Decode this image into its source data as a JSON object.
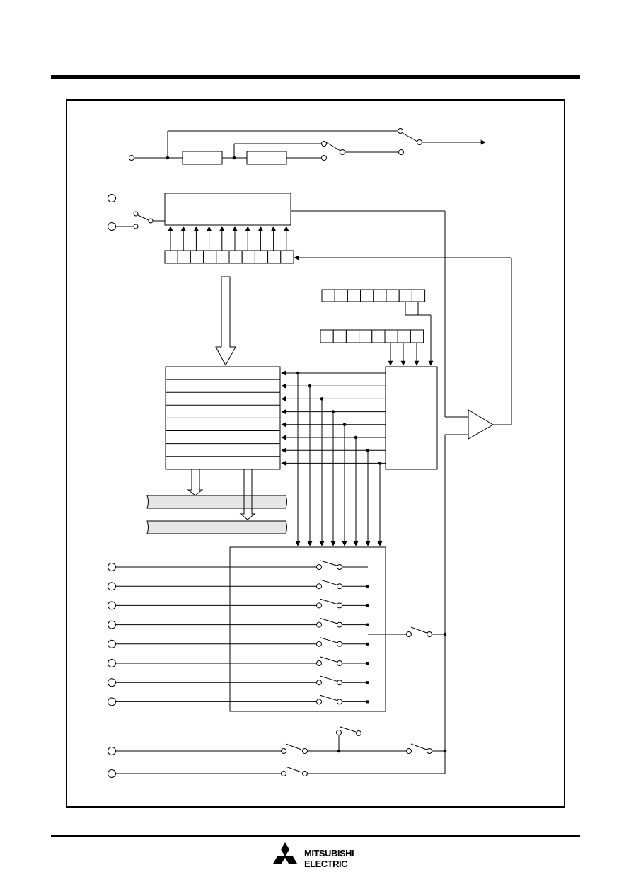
{
  "page": {
    "background": "#ffffff",
    "line_color": "#000000",
    "bus_fill": "#e6e6e6"
  },
  "diagram": {
    "subject": "block diagram (unlabeled schematic)"
  },
  "footer": {
    "logo": {
      "line1": "MITSUBISHI",
      "line2": "ELECTRIC",
      "icon": "three-diamond-logo-icon"
    }
  }
}
